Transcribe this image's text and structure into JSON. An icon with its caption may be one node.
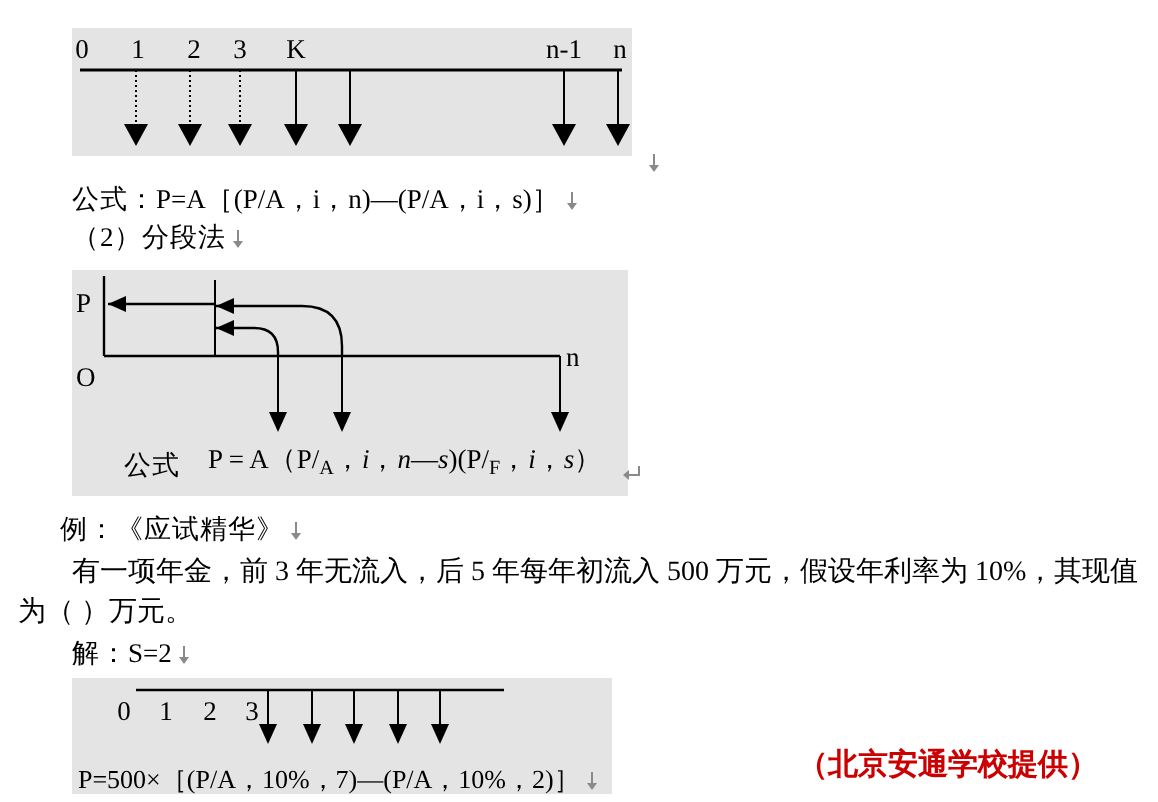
{
  "diagram": {
    "nodes": [
      {
        "text": [
          "P"
        ]
      },
      {
        "text": [],
        "shape": "bar"
      }
    ],
    "edges": [
      {
        "from": 1,
        "to": 0,
        "arrow": "to"
      },
      {
        "from": null,
        "to": 1,
        "arrow": "to"
      },
      {
        "from": null,
        "to": 1,
        "arrow": "to"
      }
    ],
    "labels": [
      "0",
      "1",
      "2",
      "3",
      "K",
      "n-1",
      "n",
      "公式：P=A［(P/A，i，n)—(P/A，i，s)］",
      "（2）分段法",
      "O",
      "n",
      "公式",
      "P = A（P/$_{A}$，*i*，*n*—*s*)(P/$_{F}$，*i*，*s*）",
      "例：《应试精华》",
      "有一项年金，前 3 年无流入，后 5 年每年初流入 500 万元，假设年利率为 10%，其现值为（ ）万元。",
      "解：S=2",
      "0",
      "1",
      "2",
      "3",
      "P=500×［(P/A，10%，7)—(P/A，10%，2)］",
      "（北京安通学校提供）"
    ]
  }
}
